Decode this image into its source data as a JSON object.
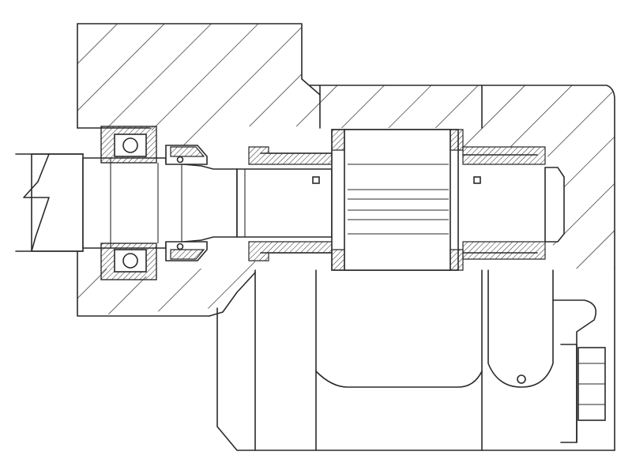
{
  "drawing": {
    "kind": "mechanical-cross-section",
    "labels": [],
    "line_color": "#2a2a2a",
    "background": "#ffffff",
    "components": [
      "pump-housing",
      "shaft",
      "ball-bearing-upper",
      "ball-bearing-lower",
      "shaft-seal",
      "needle-bearing-left",
      "needle-bearing-right",
      "gear-set",
      "body-block",
      "hex-nut",
      "pressure-port"
    ]
  }
}
